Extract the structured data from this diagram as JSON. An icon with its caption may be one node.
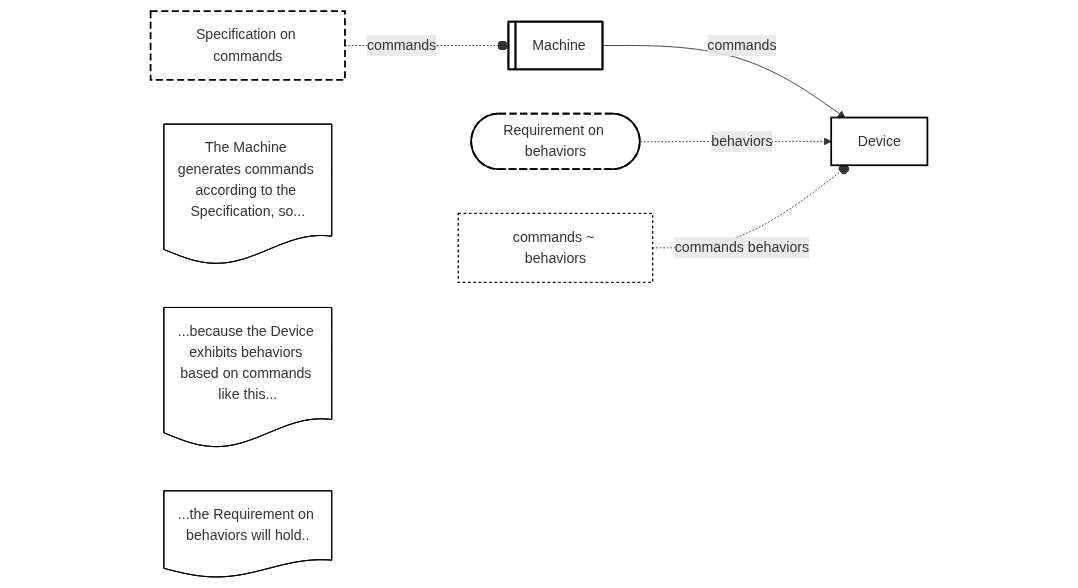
{
  "diagram": {
    "nodes": [
      {
        "text": [
          "Machine"
        ]
      },
      {
        "text": [
          "Device"
        ]
      },
      {
        "text": [
          "Requirement on behaviors"
        ]
      },
      {
        "text": [
          "Specification on commands"
        ]
      },
      {
        "text": [
          "commands ~ behaviors"
        ]
      },
      {
        "text": [
          "The Machine generates commands according to the Specification, so..."
        ]
      },
      {
        "text": [
          "...because the Device exhibits behaviors based on commands like this..."
        ]
      },
      {
        "text": [
          "...the Requirement on behaviors will hold.."
        ]
      }
    ],
    "edges": [
      {
        "from": 0,
        "to": 1,
        "arrow": "to",
        "label": "commands"
      },
      {
        "from": 2,
        "to": 1,
        "arrow": "to",
        "label": "behaviors",
        "style": "dashed"
      },
      {
        "from": 3,
        "to": 0,
        "arrow": "other",
        "label": "commands",
        "style": "dashed"
      },
      {
        "from": 4,
        "to": 1,
        "arrow": "other",
        "label": "commands behaviors",
        "style": "dashed"
      }
    ]
  }
}
